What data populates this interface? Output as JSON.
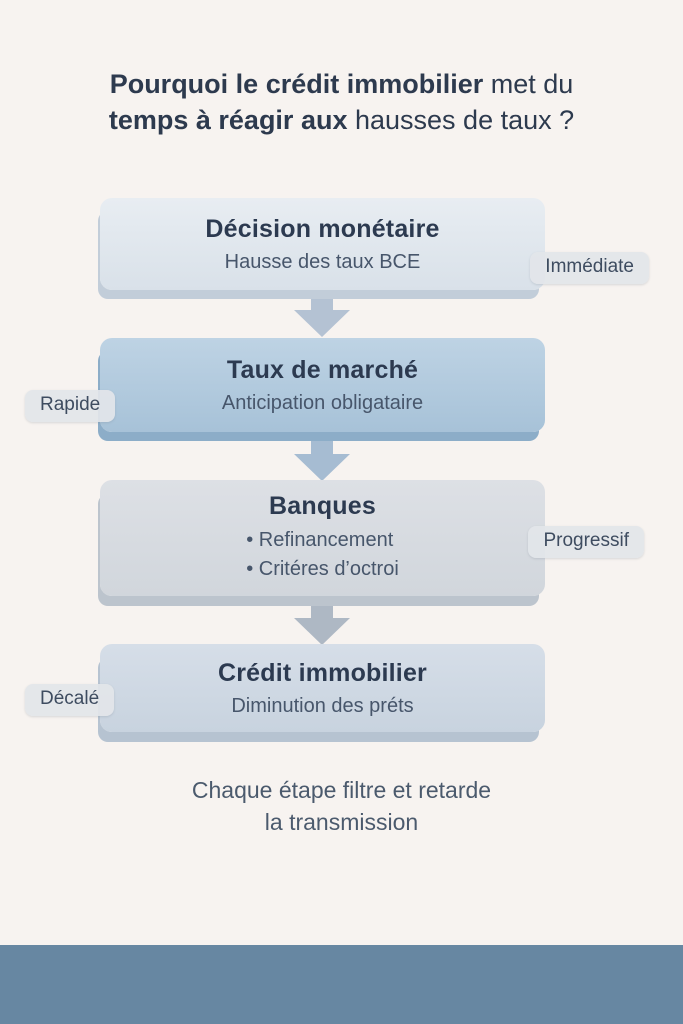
{
  "title": {
    "line1_bold": "Pourquoi le crédit immobilier",
    "line1_regular": " met du",
    "line2_bold": "temps à réagir",
    "line2_mid": " aux",
    "line2_regular": " hausses de taux ?"
  },
  "flow": {
    "steps": [
      {
        "heading": "Décision monétaire",
        "lines": [
          "Hausse des taux BCE"
        ],
        "tag": "Immédiate",
        "tag_side": "right"
      },
      {
        "heading": "Taux de marché",
        "lines": [
          "Anticipation obligataire"
        ],
        "tag": "Rapide",
        "tag_side": "left"
      },
      {
        "heading": "Banques",
        "bullets": [
          "• Refinancement",
          "• Critéres d’octroi"
        ],
        "tag": "Progressif",
        "tag_side": "right"
      },
      {
        "heading": "Crédit immobilier",
        "lines": [
          "Diminution des préts"
        ],
        "tag": "Décalé",
        "tag_side": "left"
      }
    ]
  },
  "footer": {
    "line1": "Chaque étape filtre et retarde",
    "line2": "la transmission"
  },
  "colors": {
    "page_background": "#f7f3f0",
    "box1_bg": "#dfe6ed",
    "box2_bg": "#b2cadf",
    "box3_bg": "#d7dbe1",
    "box4_bg": "#cfd9e4",
    "tag_bg": "#e2e5ea",
    "arrow": "#b1c0d0",
    "heading_text": "#2c3a50",
    "body_text": "#47566b",
    "accent_band": "#6787a2"
  }
}
